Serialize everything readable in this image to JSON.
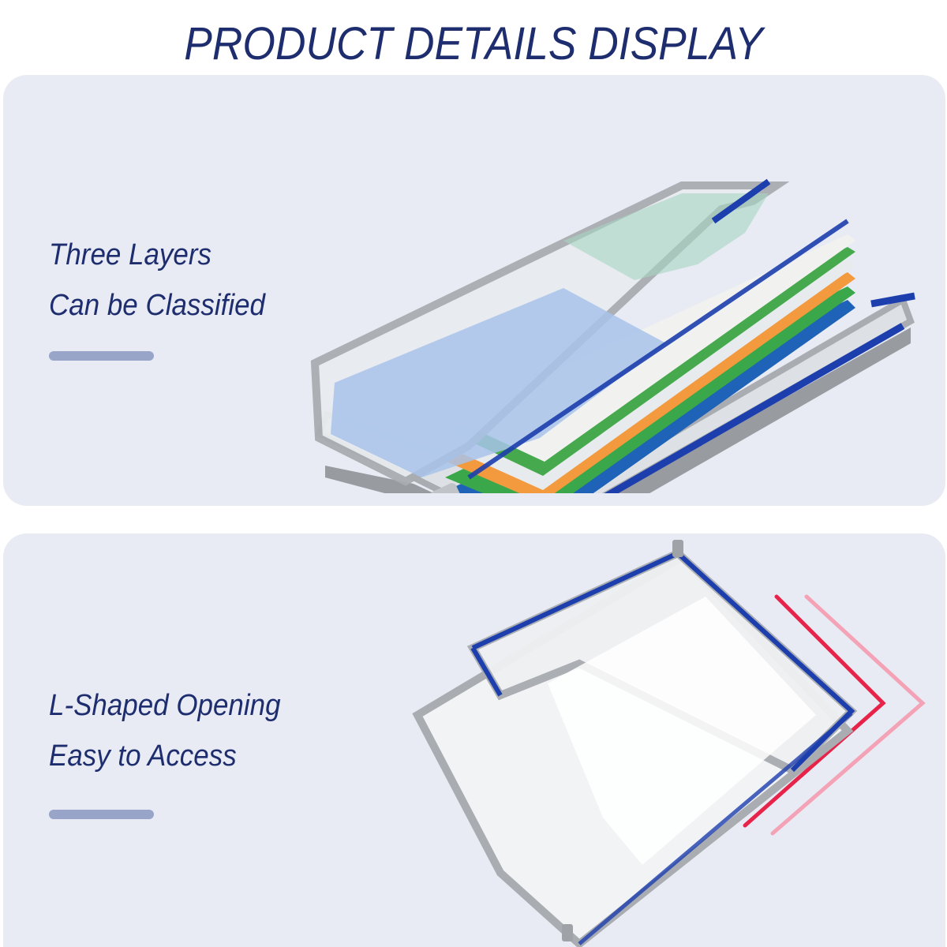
{
  "header": {
    "title": "PRODUCT DETAILS DISPLAY"
  },
  "sections": [
    {
      "caption_lines": [
        "Three Layers",
        "Can be Classified"
      ],
      "image": "three-layer-zipper-pouch-with-books"
    },
    {
      "caption_lines": [
        "L-Shaped Opening",
        "Easy to Access"
      ],
      "image": "l-shaped-open-mesh-pouch"
    }
  ],
  "colors": {
    "title": "#1e2d6e",
    "panel_background": "#e8ebf4",
    "accent_bar": "#98a4c8",
    "zipper_blue": "#1d3fae",
    "trim_gray": "#a9acb0",
    "arrow_red": "#e8234a"
  }
}
